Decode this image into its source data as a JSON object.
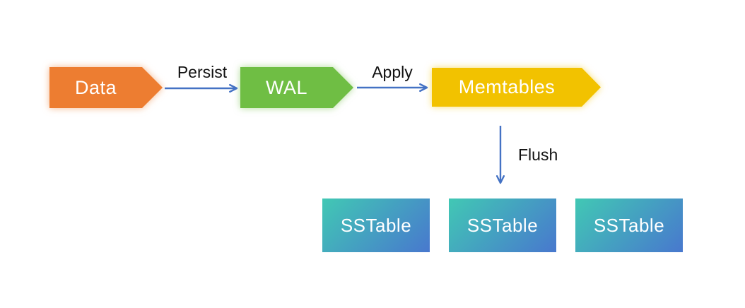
{
  "diagram": {
    "nodes": {
      "data": {
        "label": "Data",
        "shape": "pentagon-arrow",
        "color": "#ED7D31"
      },
      "wal": {
        "label": "WAL",
        "shape": "pentagon-arrow",
        "color": "#6FBE44"
      },
      "memtables": {
        "label": "Memtables",
        "shape": "pentagon-arrow",
        "color": "#F2C200"
      },
      "sstable1": {
        "label": "SSTable",
        "shape": "rect-gradient"
      },
      "sstable2": {
        "label": "SSTable",
        "shape": "rect-gradient"
      },
      "sstable3": {
        "label": "SSTable",
        "shape": "rect-gradient"
      }
    },
    "edges": {
      "persist": {
        "label": "Persist",
        "from": "data",
        "to": "wal"
      },
      "apply": {
        "label": "Apply",
        "from": "wal",
        "to": "memtables"
      },
      "flush": {
        "label": "Flush",
        "from": "memtables",
        "to": "sstable2"
      }
    },
    "colors": {
      "node_data": "#ED7D31",
      "node_wal": "#6FBE44",
      "node_memtables": "#F2C200",
      "sstable_gradient_start": "#41C8B4",
      "sstable_gradient_end": "#4878CE",
      "arrow": "#4472C4",
      "node_text": "#FFFFFF",
      "edge_label_text": "#111111"
    }
  }
}
